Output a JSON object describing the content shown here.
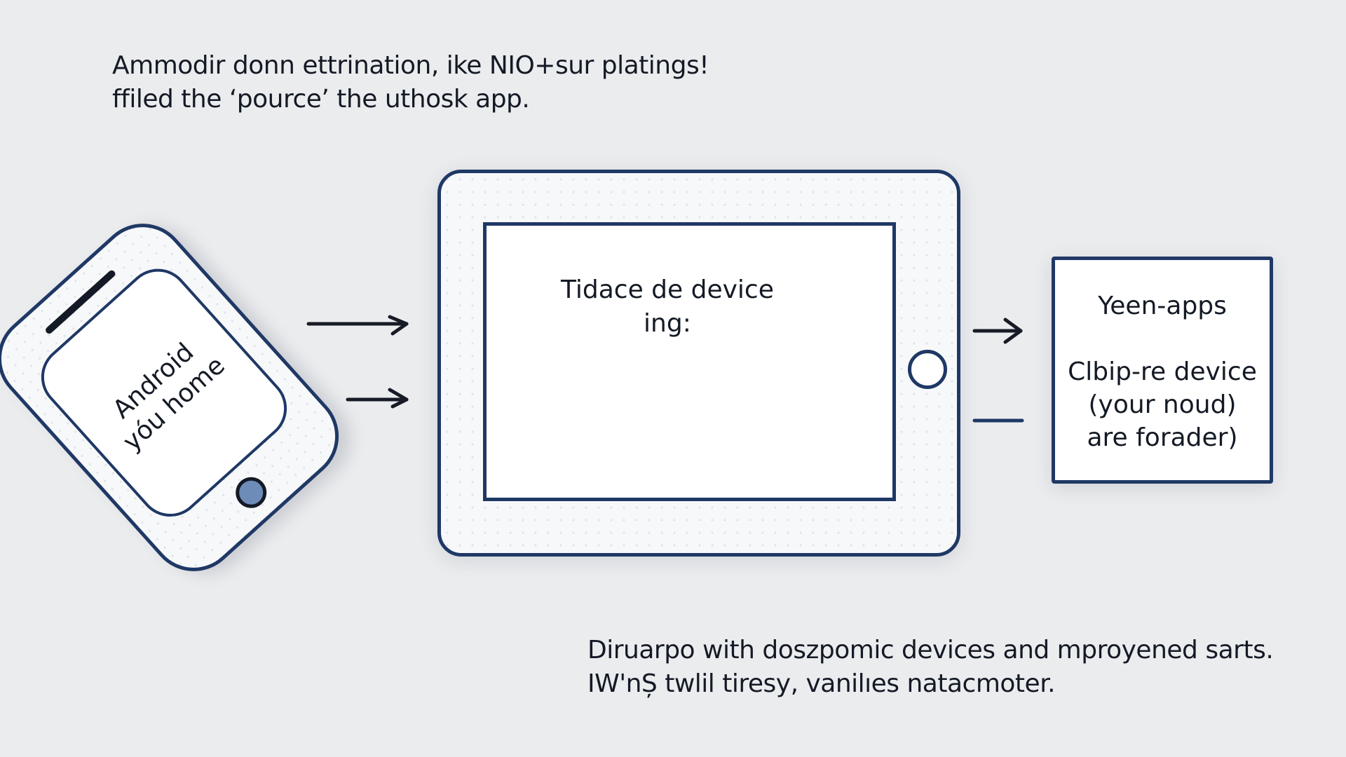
{
  "intro": {
    "line1": "Ammodir donn ettrination, ike NIO+sur platings!",
    "line2": "ffiled the ‘pource’ the uthosk app."
  },
  "phone": {
    "label_line1": "Android",
    "label_line2": "yóu home"
  },
  "tablet": {
    "label_line1": "Tidace de device",
    "label_line2": "ing:"
  },
  "card": {
    "title": "Yeen-apps",
    "body_line1": "Clbip-re device",
    "body_line2": "(your noud)",
    "body_line3": "are forader)"
  },
  "footer": {
    "line1": "Diruarpo with doszpomic devices and mproyened sarts.",
    "line2": "IW'nȘ twlil tiresy, vanilıes natacmoter."
  },
  "colors": {
    "outline": "#1f3865",
    "background": "#ebecee",
    "phone_button": "#6d8cb8",
    "text": "#141a25"
  }
}
